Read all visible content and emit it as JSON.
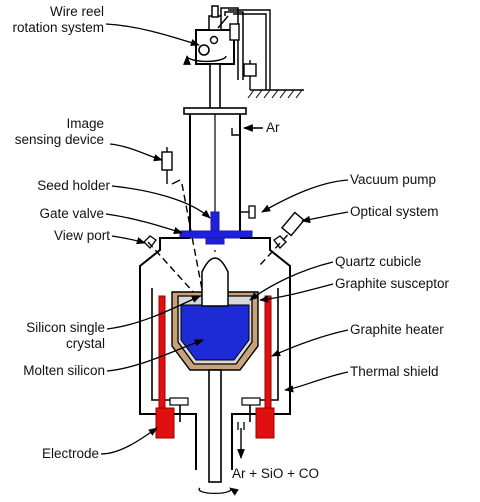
{
  "labels": {
    "wire_reel_line1": "Wire reel",
    "wire_reel_line2": "rotation system",
    "image_sensing_line1": "Image",
    "image_sensing_line2": "sensing device",
    "seed_holder": "Seed holder",
    "gate_valve": "Gate valve",
    "view_port": "View port",
    "silicon_crystal_line1": "Silicon single",
    "silicon_crystal_line2": "crystal",
    "molten_silicon": "Molten silicon",
    "electrode": "Electrode",
    "ar_inlet": "Ar",
    "vacuum_pump": "Vacuum pump",
    "optical_system": "Optical system",
    "quartz_cubicle": "Quartz cubicle",
    "graphite_susceptor": "Graphite susceptor",
    "graphite_heater": "Graphite heater",
    "thermal_shield": "Thermal  shield",
    "exhaust": "Ar + SiO + CO"
  },
  "colors": {
    "line": "#000000",
    "gate_valve_blue": "#1f1fe0",
    "melt_blue": "#1d2bd6",
    "heater_red": "#e01010",
    "susceptor_tan": "#c9a27c",
    "crucible_gray": "#d8d8d8"
  }
}
